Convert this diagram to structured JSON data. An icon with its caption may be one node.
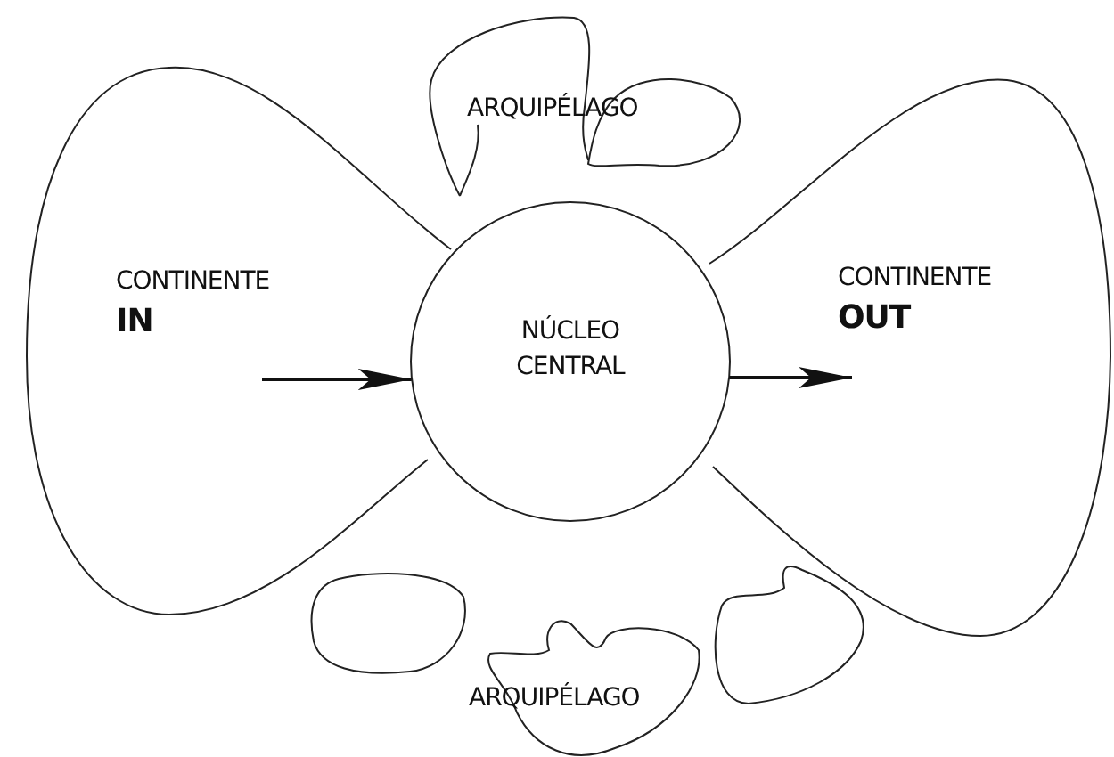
{
  "diagram": {
    "nodes": [
      {
        "text": [
          "CONTINENTE",
          "IN"
        ]
      },
      {
        "text": [
          "NÚCLEO CENTRAL"
        ]
      },
      {
        "text": [
          "CONTINENTE",
          "OUT"
        ]
      }
    ],
    "edges": [
      {
        "from": 0,
        "to": 1,
        "arrow": "to"
      },
      {
        "from": 1,
        "to": 2,
        "arrow": "to"
      }
    ],
    "labels": [
      "ARQUIPÉLAGO",
      "ARQUIPÉLAGO"
    ]
  }
}
